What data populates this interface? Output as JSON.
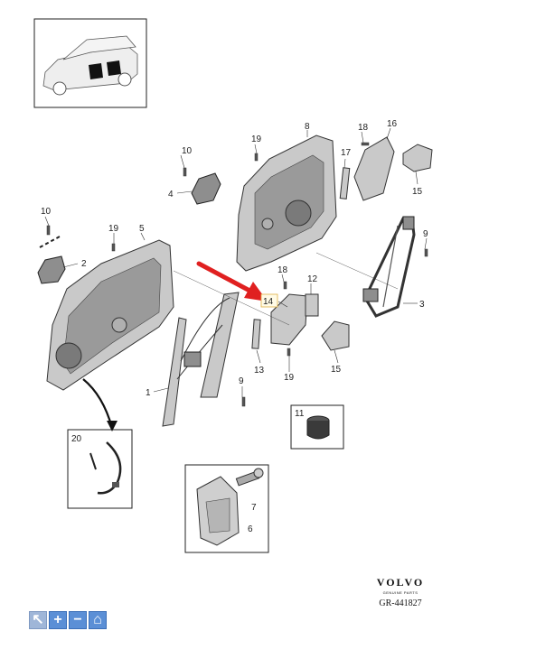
{
  "callouts": {
    "c1": "1",
    "c2": "2",
    "c3": "3",
    "c4": "4",
    "c5": "5",
    "c6": "6",
    "c7": "7",
    "c8": "8",
    "c9a": "9",
    "c9b": "9",
    "c10a": "10",
    "c10b": "10",
    "c11": "11",
    "c12": "12",
    "c13": "13",
    "c14": "14",
    "c15a": "15",
    "c15b": "15",
    "c16": "16",
    "c17": "17",
    "c18a": "18",
    "c18b": "18",
    "c19a": "19",
    "c19b": "19",
    "c19c": "19",
    "c20": "20"
  },
  "brand": {
    "logo": "VOLVO",
    "sub": "GENUINE PARTS",
    "code": "GR-441827"
  },
  "toolbar": {
    "pointer_icon": "↖",
    "zoom_in_icon": "+",
    "zoom_out_icon": "−",
    "home_icon": "⌂"
  },
  "colors": {
    "highlight_arrow": "#e02020",
    "toolbar_button": "#5b8fd6"
  }
}
